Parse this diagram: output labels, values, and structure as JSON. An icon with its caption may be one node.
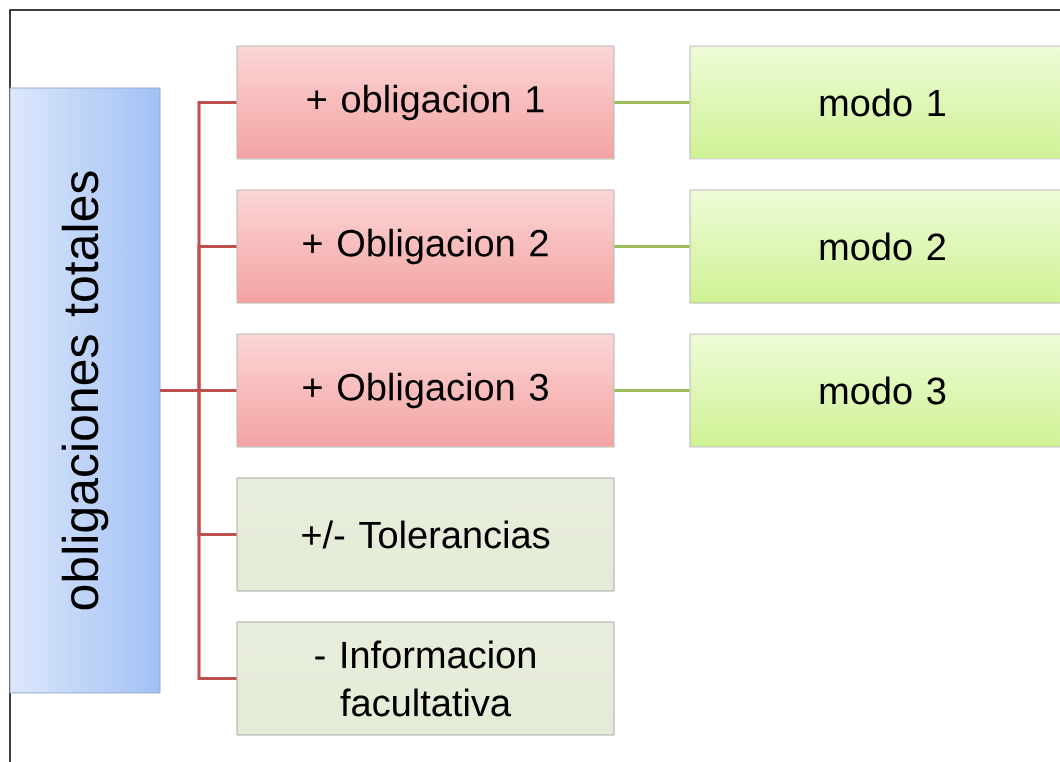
{
  "diagram": {
    "nodes": [
      {
        "text": [
          "obligaciones totales"
        ]
      },
      {
        "text": [
          "+ obligacion 1"
        ]
      },
      {
        "text": [
          "+ Obligacion 2"
        ]
      },
      {
        "text": [
          "+ Obligacion 3"
        ]
      },
      {
        "text": [
          "+/- Tolerancias"
        ]
      },
      {
        "text": [
          "- Informacion facultativa"
        ]
      },
      {
        "text": [
          "modo 1"
        ]
      },
      {
        "text": [
          "modo 2"
        ]
      },
      {
        "text": [
          "modo 3"
        ]
      }
    ],
    "edges": [
      {
        "from": 0,
        "to": 1,
        "arrow": "none"
      },
      {
        "from": 0,
        "to": 2,
        "arrow": "none"
      },
      {
        "from": 0,
        "to": 3,
        "arrow": "none"
      },
      {
        "from": 0,
        "to": 4,
        "arrow": "none"
      },
      {
        "from": 0,
        "to": 5,
        "arrow": "none"
      },
      {
        "from": 1,
        "to": 6,
        "arrow": "none",
        "color": "#9bbb59"
      },
      {
        "from": 2,
        "to": 7,
        "arrow": "none",
        "color": "#9bbb59"
      },
      {
        "from": 3,
        "to": 8,
        "arrow": "none",
        "color": "#9bbb59"
      }
    ]
  }
}
